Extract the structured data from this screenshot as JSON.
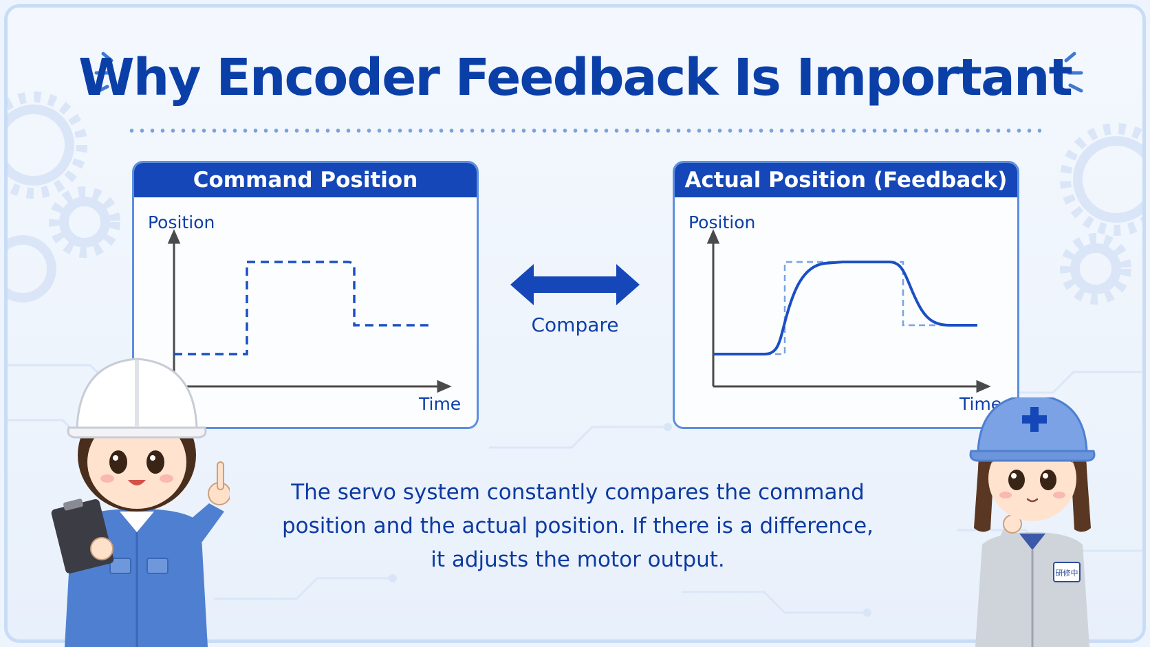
{
  "title": "Why Encoder Feedback Is Important",
  "panels": {
    "command": {
      "header": "Command Position",
      "y_label": "Position",
      "x_label": "Time"
    },
    "actual": {
      "header": "Actual Position (Feedback)",
      "y_label": "Position",
      "x_label": "Time"
    }
  },
  "compare_label": "Compare",
  "caption_lines": [
    "The servo system constantly compares the command",
    "position and the actual position. If there is a difference,",
    "it adjusts the motor output."
  ],
  "badge_text": "研修中",
  "colors": {
    "title": "#0b3fa8",
    "panel_header": "#1547b8",
    "signal": "#1a4fc4",
    "accent": "#5b8fe0"
  },
  "icons": [
    "gear-icon",
    "double-arrow-icon",
    "spark-icon"
  ]
}
